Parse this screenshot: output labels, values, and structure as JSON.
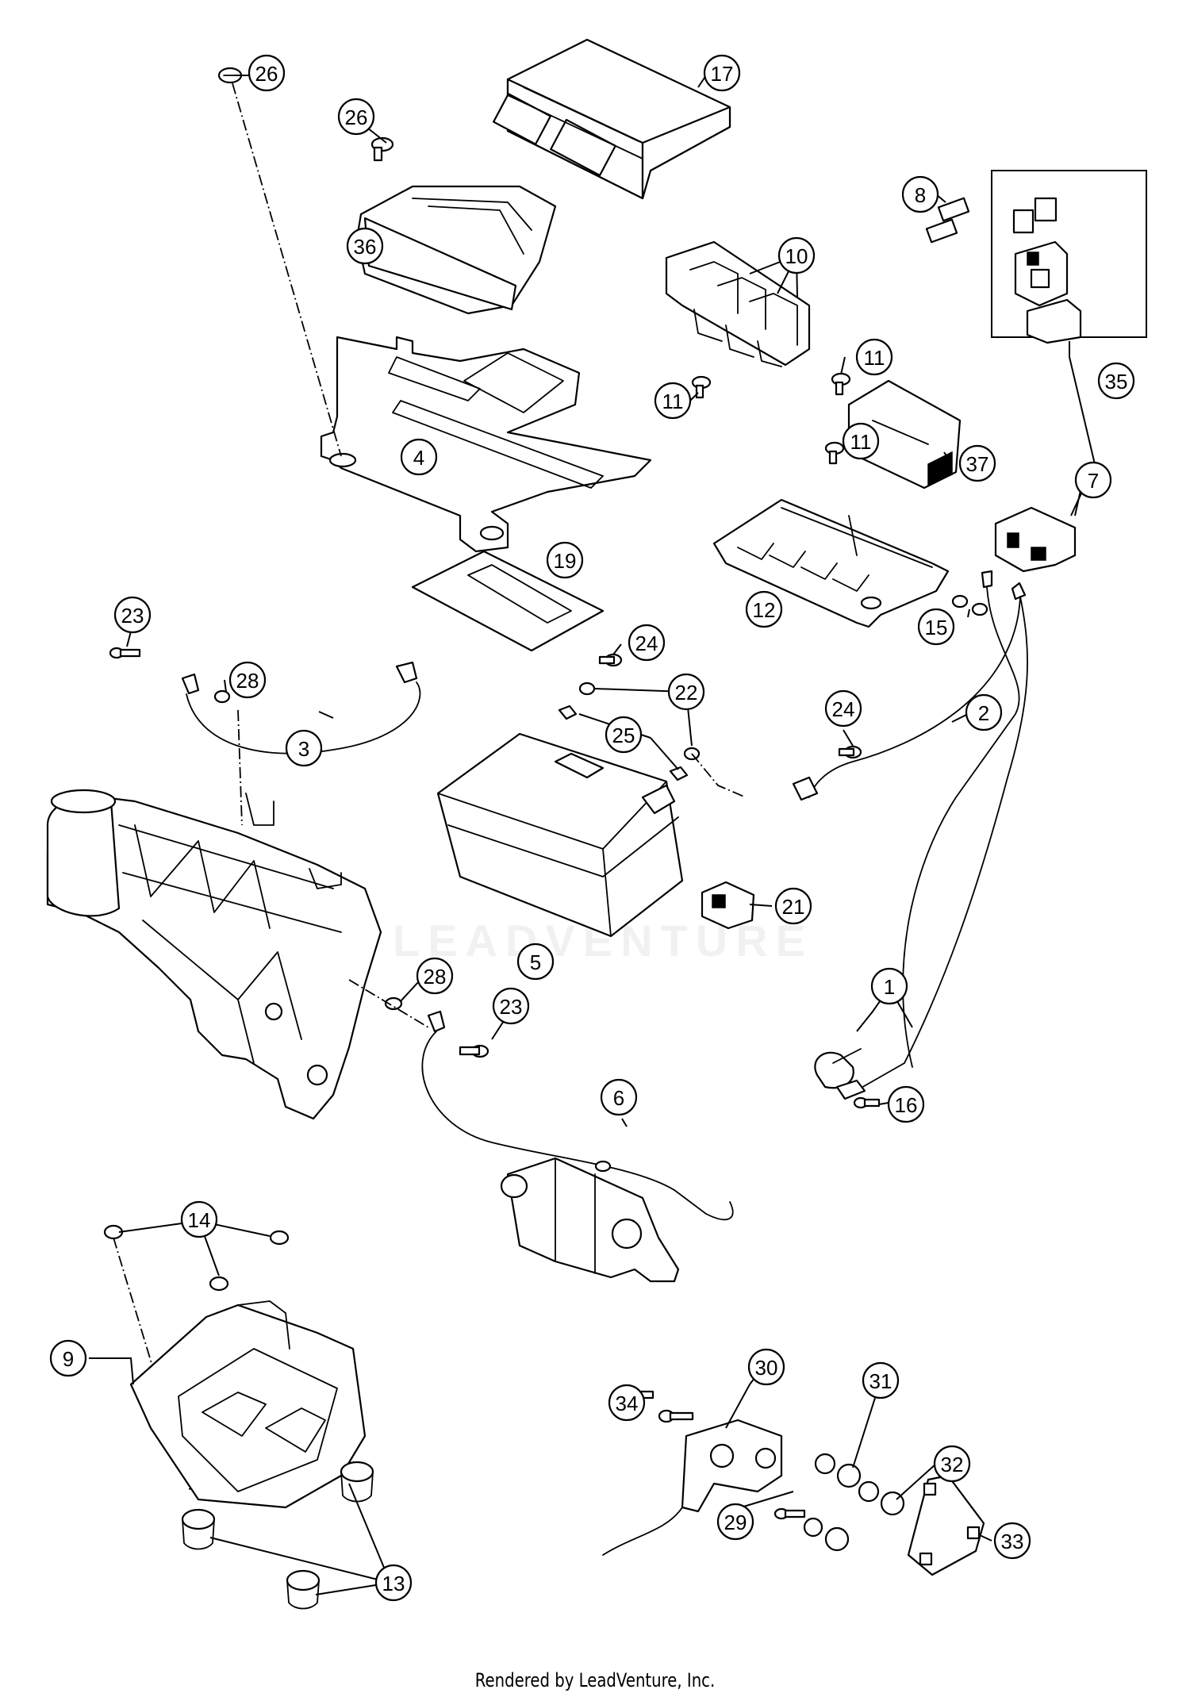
{
  "watermark": "LEADVENTURE",
  "footer": "Rendered by LeadVenture, Inc.",
  "callouts": {
    "c1": "1",
    "c2": "2",
    "c3": "3",
    "c4": "4",
    "c5": "5",
    "c6": "6",
    "c7": "7",
    "c8": "8",
    "c9": "9",
    "c10": "10",
    "c11a": "11",
    "c11b": "11",
    "c11c": "11",
    "c12": "12",
    "c13": "13",
    "c14": "14",
    "c15": "15",
    "c16": "16",
    "c17": "17",
    "c19": "19",
    "c21": "21",
    "c22": "22",
    "c23a": "23",
    "c23b": "23",
    "c24a": "24",
    "c24b": "24",
    "c25": "25",
    "c26a": "26",
    "c26b": "26",
    "c28a": "28",
    "c28b": "28",
    "c29": "29",
    "c30": "30",
    "c31": "31",
    "c32": "32",
    "c33": "33",
    "c34": "34",
    "c35": "35",
    "c36": "36",
    "c37": "37"
  }
}
